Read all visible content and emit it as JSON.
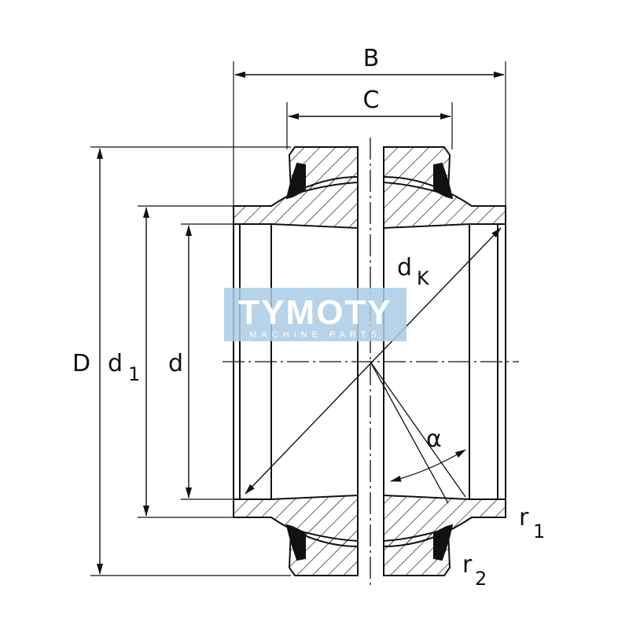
{
  "labels": {
    "B": "B",
    "C": "C",
    "D": "D",
    "d1_main": "d",
    "d1_sub": "1",
    "d": "d",
    "dK_main": "d",
    "dK_sub": "K",
    "alpha": "α",
    "r1_main": "r",
    "r1_sub": "1",
    "r2_main": "r",
    "r2_sub": "2"
  },
  "watermark": {
    "brand": "TYMOTY",
    "tagline": "MACHINE PARTS",
    "color": "#a9cbe6"
  },
  "colors": {
    "line": "#111111",
    "background": "#ffffff"
  }
}
